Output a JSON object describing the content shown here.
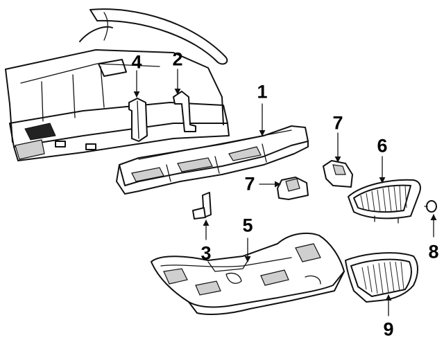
{
  "callouts": [
    {
      "id": "c1",
      "label": "1"
    },
    {
      "id": "c2",
      "label": "2"
    },
    {
      "id": "c3",
      "label": "3"
    },
    {
      "id": "c4",
      "label": "4"
    },
    {
      "id": "c5",
      "label": "5"
    },
    {
      "id": "c6",
      "label": "6"
    },
    {
      "id": "c7a",
      "label": "7"
    },
    {
      "id": "c7b",
      "label": "7"
    },
    {
      "id": "c8",
      "label": "8"
    },
    {
      "id": "c9",
      "label": "9"
    }
  ]
}
